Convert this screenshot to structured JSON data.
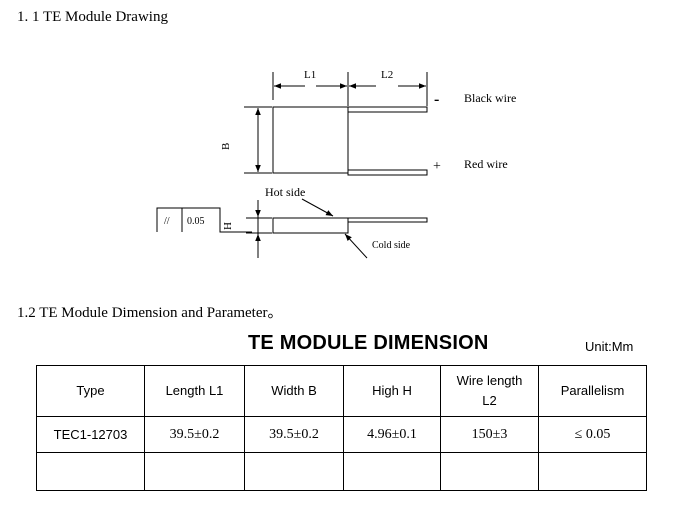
{
  "sections": {
    "drawing_heading": "1. 1 TE Module Drawing",
    "dimension_heading": "1.2 TE Module Dimension and Parameter。"
  },
  "drawing": {
    "label_l1": "L1",
    "label_l2": "L2",
    "label_b": "B",
    "label_h": "H",
    "minus_sign": "-",
    "black_wire": "Black wire",
    "plus_sign": "+",
    "red_wire": "Red wire",
    "hot_side": "Hot side",
    "cold_side": "Cold side",
    "parallel_symbol": "//",
    "parallel_value": "0.05"
  },
  "table": {
    "title": "TE MODULE DIMENSION",
    "unit": "Unit:Mm",
    "headers": [
      "Type",
      "Length L1",
      "Width B",
      "High H",
      "Wire length L2",
      "Parallelism"
    ],
    "header_wire_line1": "Wire length",
    "header_wire_line2": "L2",
    "rows": [
      [
        "TEC1-12703",
        "39.5±0.2",
        "39.5±0.2",
        "4.96±0.1",
        "150±3",
        "≤ 0.05"
      ],
      [
        "",
        "",
        "",
        "",
        "",
        ""
      ]
    ]
  }
}
